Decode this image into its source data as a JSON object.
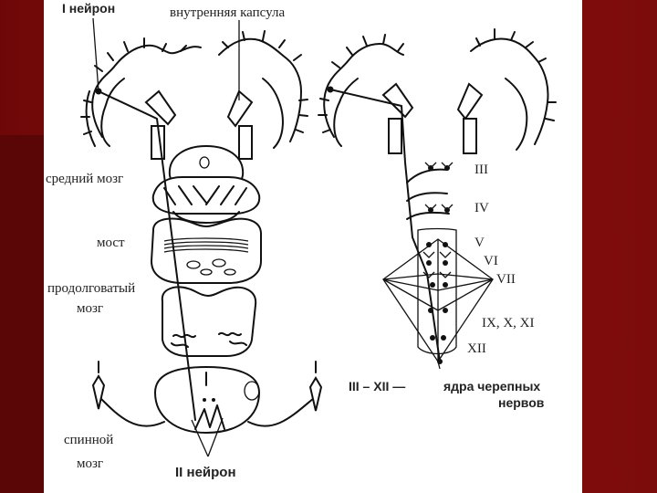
{
  "labels": {
    "neuron1": "I нейрон",
    "capsule": "внутренняя капсула",
    "midbrain": "средний мозг",
    "pons": "мост",
    "medulla_1": "продолговатый",
    "medulla_2": "мозг",
    "spinal_1": "спинной",
    "spinal_2": "мозг",
    "neuron2": "II нейрон",
    "n3": "III",
    "n4": "IV",
    "n5": "V",
    "n6": "VI",
    "n7": "VII",
    "n9_11": "IX, X, XI",
    "n12": "XII",
    "legend_range": "III – XII —",
    "legend_text_1": "ядра черепных",
    "legend_text_2": "нервов"
  },
  "colors": {
    "background": "#7a0a0a",
    "panel": "#ffffff",
    "ink": "#111111"
  }
}
